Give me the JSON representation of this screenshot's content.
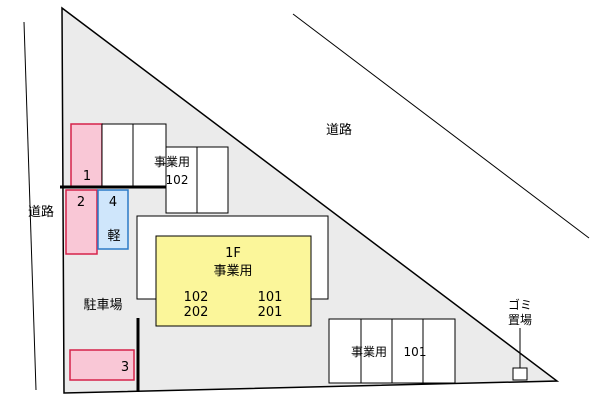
{
  "roads": {
    "top_right": "道路",
    "left": "道路"
  },
  "parking": {
    "area_label": "駐車場",
    "spaces": [
      {
        "number": "1",
        "color": "#f9c7d6"
      },
      {
        "number": "2",
        "color": "#f9c7d6"
      },
      {
        "number": "4",
        "color": "#cfe6fb",
        "note": "軽"
      },
      {
        "number": "3",
        "color": "#f9c7d6"
      }
    ],
    "business_102": {
      "label": "事業用",
      "number": "102"
    },
    "business_101": {
      "label": "事業用",
      "number": "101"
    }
  },
  "building": {
    "floor": "1F",
    "use": "事業用",
    "rooms_left": [
      "102",
      "202"
    ],
    "rooms_right": [
      "101",
      "201"
    ],
    "color": "#fbf69a"
  },
  "garbage": {
    "line1": "ゴミ",
    "line2": "置場"
  },
  "colors": {
    "site": "#ebebeb",
    "parking_pink": "#f9c7d6",
    "parking_blue": "#cfe6fb",
    "building_yellow": "#fbf69a"
  }
}
